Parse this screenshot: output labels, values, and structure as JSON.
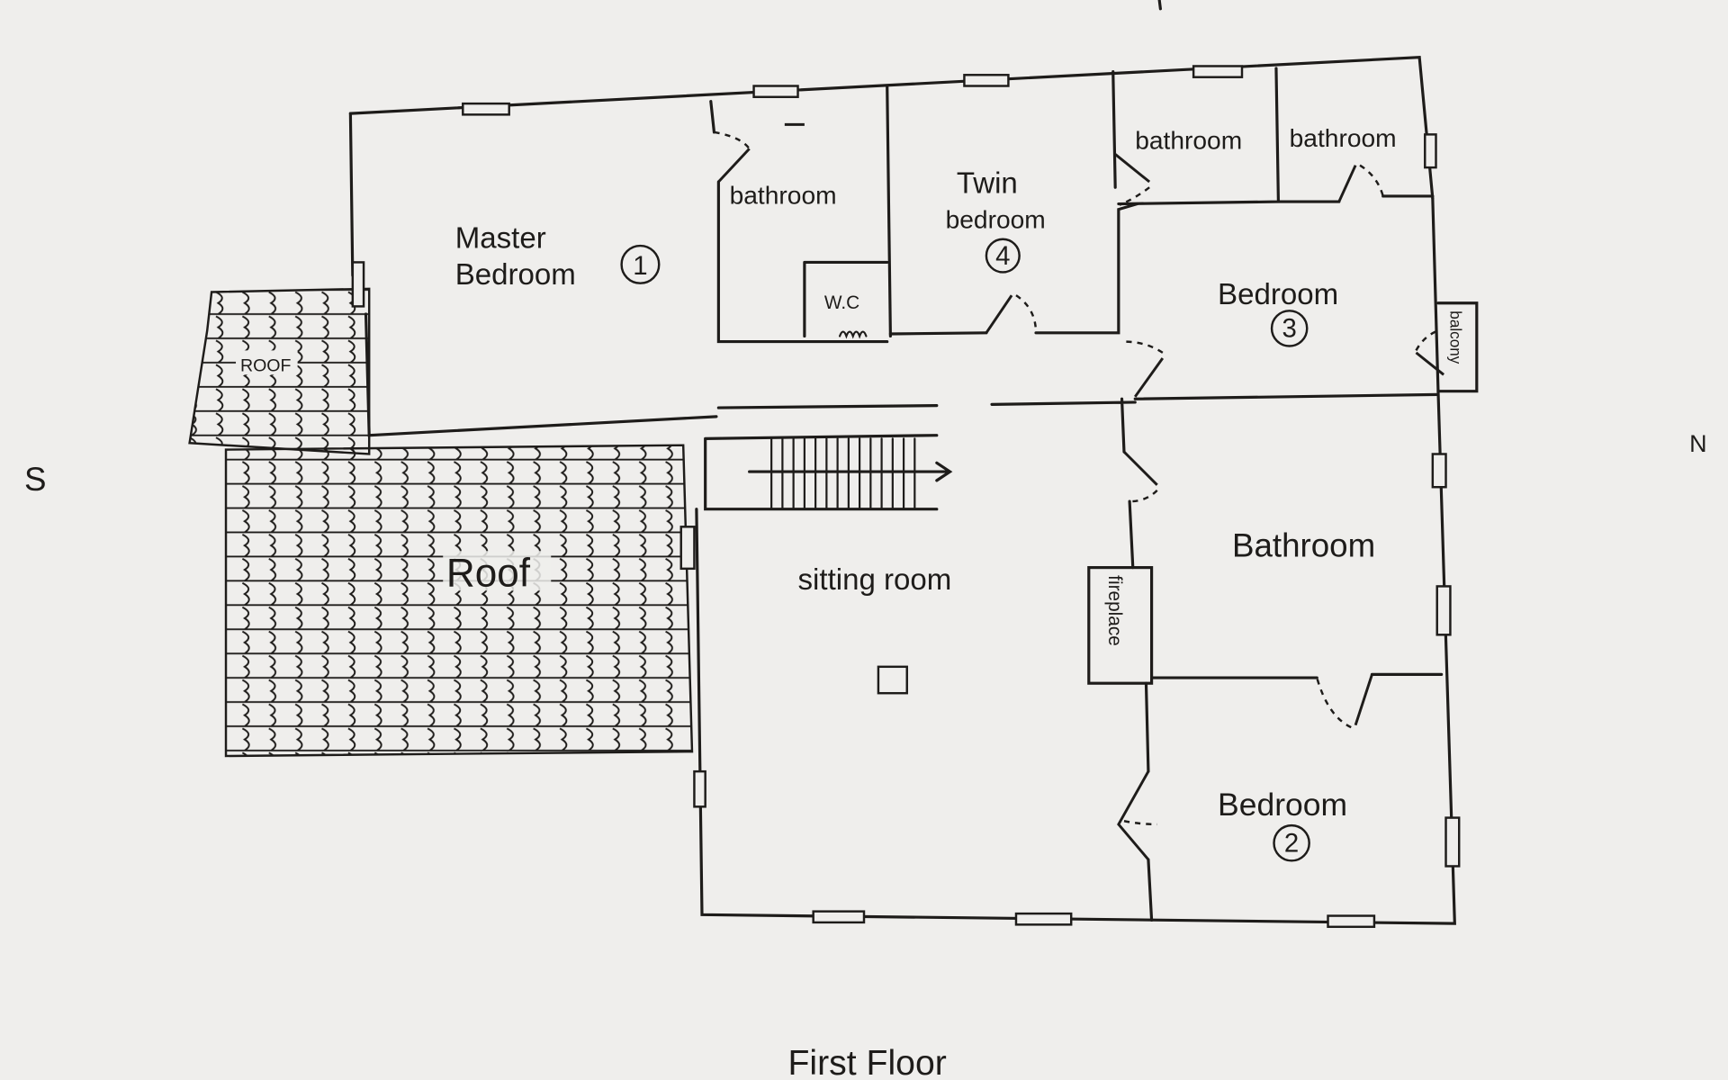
{
  "title": "First Floor",
  "compass": {
    "south": "S",
    "north": "N"
  },
  "rooms": {
    "master": {
      "label_line1": "Master",
      "label_line2": "Bedroom",
      "number": "1"
    },
    "bath_master": {
      "label": "bathroom"
    },
    "wc": {
      "label": "W.C"
    },
    "twin": {
      "label_line1": "Twin",
      "label_line2": "bedroom",
      "number": "4"
    },
    "bath_a": {
      "label": "bathroom"
    },
    "bath_b": {
      "label": "bathroom"
    },
    "bedroom3": {
      "label": "Bedroom",
      "number": "3"
    },
    "balcony": {
      "label": "balcony"
    },
    "sitting": {
      "label": "sitting room"
    },
    "fireplace": {
      "label": "fireplace"
    },
    "bathroom_large": {
      "label": "Bathroom"
    },
    "bedroom2": {
      "label": "Bedroom",
      "number": "2"
    },
    "roof_small": {
      "label": "ROOF"
    },
    "roof_large": {
      "label": "Roof"
    }
  },
  "colors": {
    "ink": "#1e1c1a",
    "paper": "#efeeec"
  }
}
